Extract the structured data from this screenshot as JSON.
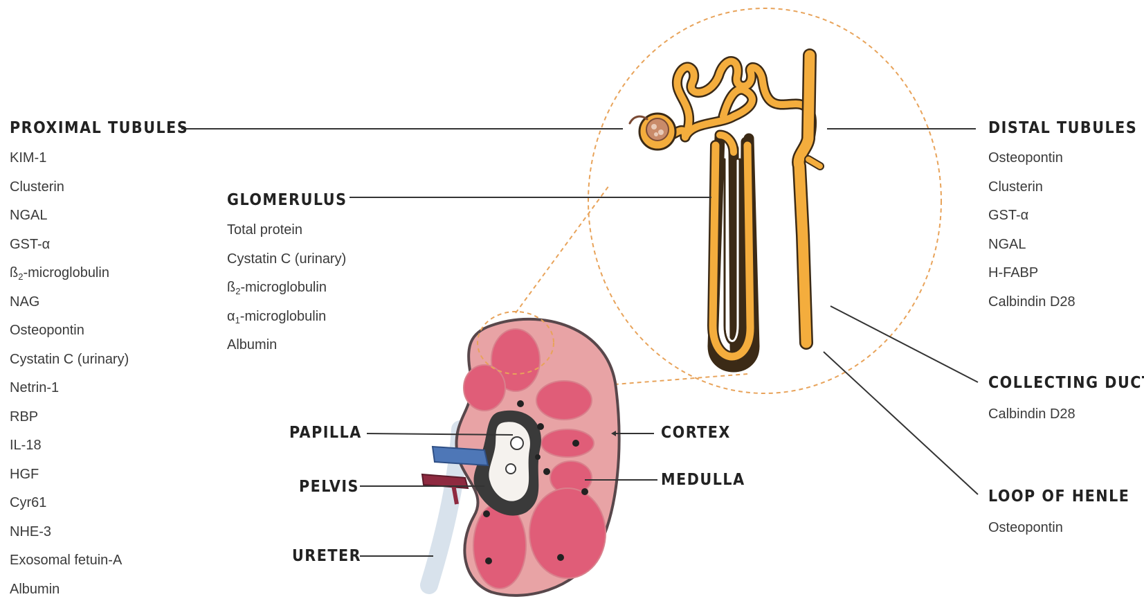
{
  "proximal": {
    "heading": "PROXIMAL TUBULES",
    "items": [
      {
        "pre": "KIM-1",
        "sub": "",
        "post": ""
      },
      {
        "pre": "Clusterin",
        "sub": "",
        "post": ""
      },
      {
        "pre": "NGAL",
        "sub": "",
        "post": ""
      },
      {
        "pre": "GST-α",
        "sub": "",
        "post": ""
      },
      {
        "pre": "ß",
        "sub": "2",
        "post": "-microglobulin"
      },
      {
        "pre": "NAG",
        "sub": "",
        "post": ""
      },
      {
        "pre": "Osteopontin",
        "sub": "",
        "post": ""
      },
      {
        "pre": "Cystatin C (urinary)",
        "sub": "",
        "post": ""
      },
      {
        "pre": "Netrin-1",
        "sub": "",
        "post": ""
      },
      {
        "pre": "RBP",
        "sub": "",
        "post": ""
      },
      {
        "pre": "IL-18",
        "sub": "",
        "post": ""
      },
      {
        "pre": "HGF",
        "sub": "",
        "post": ""
      },
      {
        "pre": "Cyr61",
        "sub": "",
        "post": ""
      },
      {
        "pre": "NHE-3",
        "sub": "",
        "post": ""
      },
      {
        "pre": "Exosomal fetuin-A",
        "sub": "",
        "post": ""
      },
      {
        "pre": "Albumin",
        "sub": "",
        "post": ""
      }
    ]
  },
  "glomerulus": {
    "heading": "GLOMERULUS",
    "items": [
      {
        "pre": "Total protein",
        "sub": "",
        "post": ""
      },
      {
        "pre": "Cystatin C (urinary)",
        "sub": "",
        "post": ""
      },
      {
        "pre": "ß",
        "sub": "2",
        "post": "-microglobulin"
      },
      {
        "pre": "α",
        "sub": "1",
        "post": "-microglobulin"
      },
      {
        "pre": "Albumin",
        "sub": "",
        "post": ""
      }
    ]
  },
  "distal": {
    "heading": "DISTAL TUBULES",
    "items": [
      {
        "pre": "Osteopontin",
        "sub": "",
        "post": ""
      },
      {
        "pre": "Clusterin",
        "sub": "",
        "post": ""
      },
      {
        "pre": "GST-α",
        "sub": "",
        "post": ""
      },
      {
        "pre": "NGAL",
        "sub": "",
        "post": ""
      },
      {
        "pre": "H-FABP",
        "sub": "",
        "post": ""
      },
      {
        "pre": "Calbindin D28",
        "sub": "",
        "post": ""
      }
    ]
  },
  "collecting_duct": {
    "heading": "COLLECTING DUCT",
    "items": [
      {
        "pre": "Calbindin D28",
        "sub": "",
        "post": ""
      }
    ]
  },
  "loop_of_henle": {
    "heading": "LOOP OF HENLE",
    "items": [
      {
        "pre": "Osteopontin",
        "sub": "",
        "post": ""
      }
    ]
  },
  "kidney_labels": {
    "papilla": "PAPILLA",
    "pelvis": "PELVIS",
    "ureter": "URETER",
    "cortex": "CORTEX",
    "medulla": "MEDULLA"
  },
  "colors": {
    "text": "#3a3a3a",
    "heading": "#222222",
    "leader_line": "#333333",
    "nephron_fill": "#f4ad3d",
    "nephron_outline": "#3b2a16",
    "magnifier_dash": "#e8a35a",
    "kidney_cortex": "#e8a3a5",
    "kidney_pyramid": "#e05d78",
    "kidney_outline": "#58474b",
    "pelvis_fill": "#f5f2ee",
    "pelvis_dark": "#3a3a3a",
    "vein": "#4e77b7",
    "artery": "#8e2a40",
    "ureter": "#d8e2ec"
  }
}
